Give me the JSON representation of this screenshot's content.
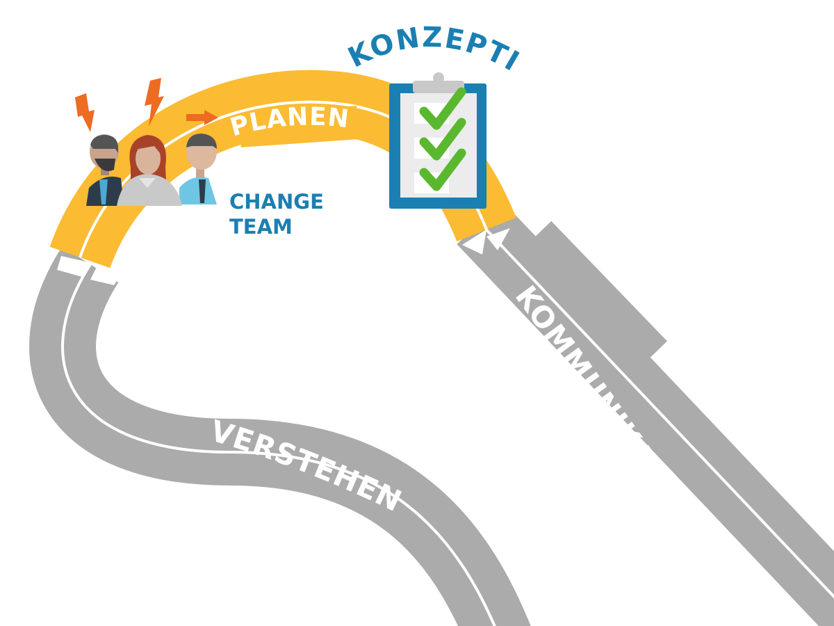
{
  "labels": {
    "konzeption": "KONZEPTION",
    "planen": "PLANEN",
    "verstehen": "VERSTEHEN",
    "kommunikation": "KOMMUNIKATION",
    "change_team_line1": "CHANGE",
    "change_team_line2": "TEAM"
  },
  "colors": {
    "road": "#ababab",
    "road_line": "#ffffff",
    "planning_band": "#fbbb33",
    "accent_blue": "#1b7fb2",
    "check_green": "#5ab82f",
    "lightning_orange": "#ee6b22"
  },
  "icons": [
    "lightning-icon",
    "lightning-icon",
    "arrow-right-icon",
    "clipboard-icon",
    "checkmark-icon",
    "person-icon"
  ]
}
